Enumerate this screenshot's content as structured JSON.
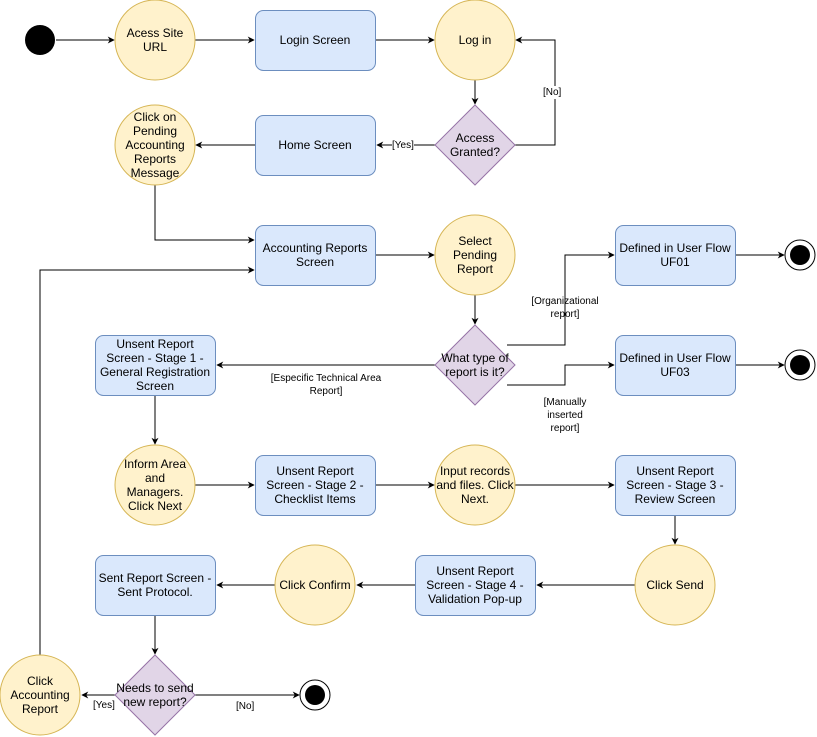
{
  "colors": {
    "process_fill": "#dae8fc",
    "process_stroke": "#6c8ebf",
    "action_fill": "#fff2cc",
    "action_stroke": "#d6b656",
    "decision_fill": "#e1d5e7",
    "decision_stroke": "#9673a6",
    "line": "#000000"
  },
  "nodes": {
    "acess_site_url": "Acess Site URL",
    "login_screen": "Login Screen",
    "log_in": "Log in",
    "access_granted": "Access Granted?",
    "home_screen": "Home Screen",
    "click_pending_message": "Click on Pending Accounting Reports Message",
    "accounting_reports_screen": "Accounting Reports Screen",
    "select_pending_report": "Select Pending Report",
    "defined_uf01": "Defined in User Flow UF01",
    "defined_uf03": "Defined in User Flow UF03",
    "report_type": "What type of report is it?",
    "unsent_stage1": "Unsent Report Screen - Stage 1 - General Registration Screen",
    "inform_area": "Inform Area and Managers. Click Next",
    "unsent_stage2": "Unsent Report Screen - Stage 2 - Checklist Items",
    "input_records": "Input records and files. Click Next.",
    "unsent_stage3": "Unsent Report Screen - Stage 3 - Review Screen",
    "click_send": "Click Send",
    "unsent_stage4": "Unsent Report Screen - Stage 4 - Validation Pop-up",
    "click_confirm": "Click Confirm",
    "sent_report_screen": "Sent Report Screen - Sent Protocol.",
    "needs_new_report": "Needs to send new report?",
    "click_accounting_report": "Click Accounting Report"
  },
  "edge_labels": {
    "no_access": "[No]",
    "yes_access": "[Yes]",
    "organizational": "[Organizational report]",
    "especific": "[Especific Technical Area Report]",
    "manually": "[Manually inserted report]",
    "yes_new": "[Yes]",
    "no_new": "[No]"
  }
}
